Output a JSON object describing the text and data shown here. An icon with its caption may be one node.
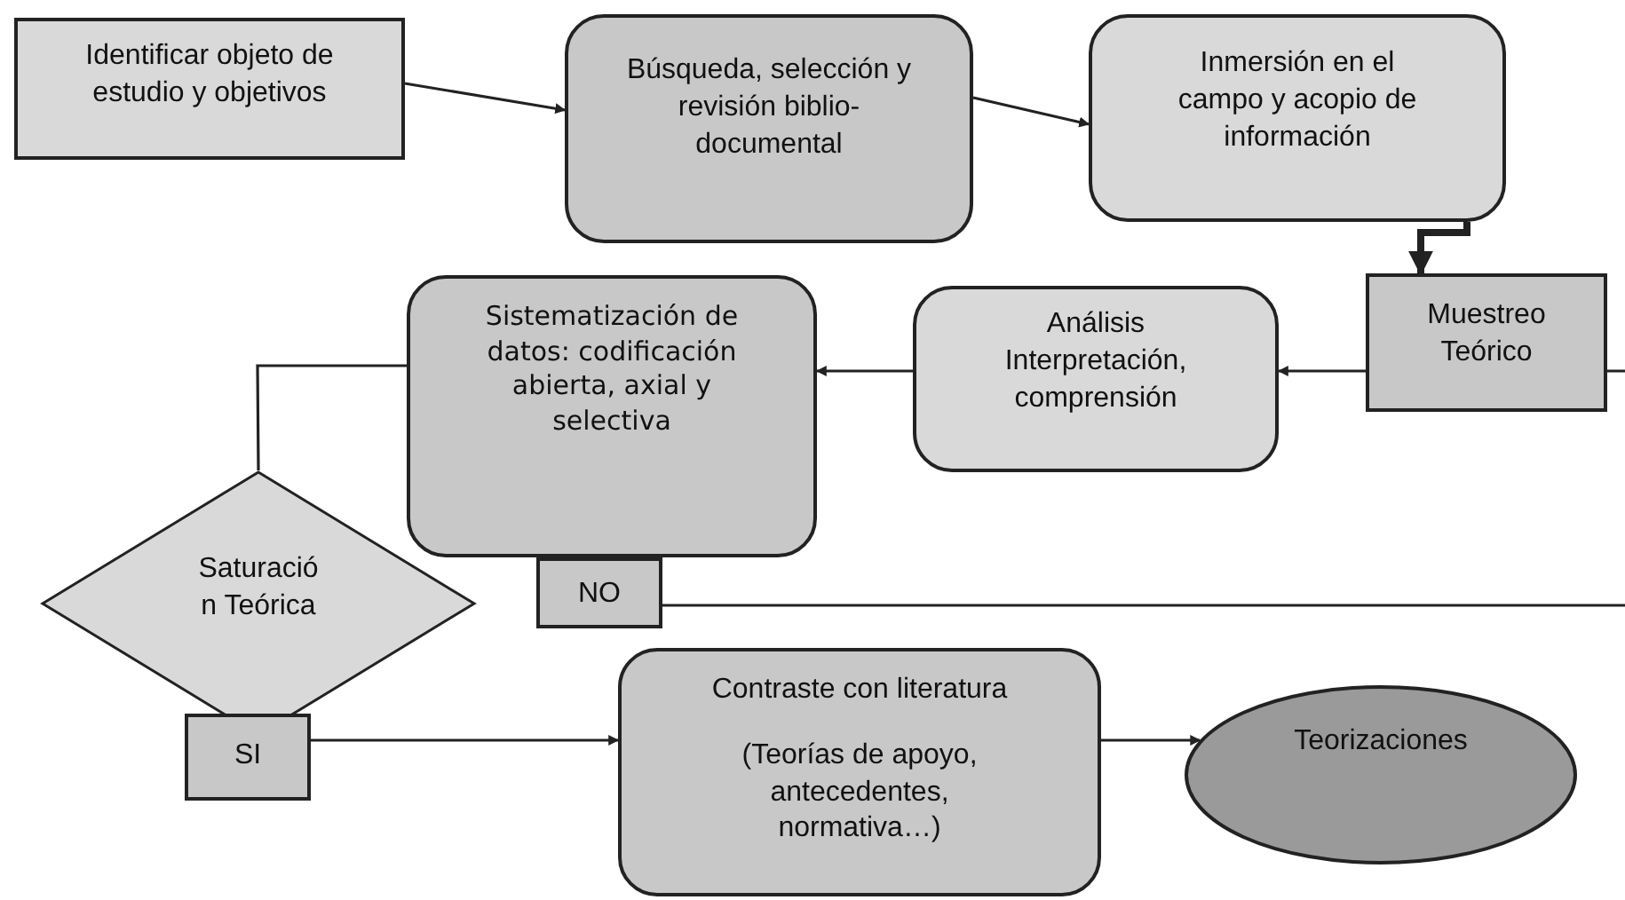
{
  "diagram": {
    "nodes": [
      {
        "text": [
          "Identificar objeto de estudio y objetivos"
        ]
      },
      {
        "text": [
          "Búsqueda, selección y revisión biblio-documental"
        ]
      },
      {
        "text": [
          "Inmersión en el campo y acopio de información"
        ]
      },
      {
        "text": [
          "Muestreo Teórico"
        ]
      },
      {
        "text": [
          "Análisis Interpretación, comprensión"
        ]
      },
      {
        "text": [
          "Sistematización de datos: codificación abierta, axial y selectiva"
        ]
      },
      {
        "text": [
          "Saturació n Teórica"
        ]
      },
      {
        "text": [
          "NO"
        ]
      },
      {
        "text": [
          "SI"
        ]
      },
      {
        "text": [
          "Contraste con literatura",
          "(Teorías de apoyo, antecedentes, normativa…)"
        ]
      },
      {
        "text": [
          "Teorizaciones"
        ]
      }
    ],
    "edges": [
      {
        "from": 0,
        "to": 1,
        "arrow": "to"
      },
      {
        "from": 1,
        "to": 2,
        "arrow": "to"
      },
      {
        "from": 2,
        "to": 3,
        "arrow": "to",
        "style": "thick"
      },
      {
        "from": 3,
        "to": 4,
        "arrow": "to"
      },
      {
        "from": 4,
        "to": 5,
        "arrow": "to"
      },
      {
        "from": 5,
        "to": 6,
        "arrow": "none"
      },
      {
        "from": 7,
        "to": 3,
        "arrow": "none"
      },
      {
        "from": 8,
        "to": 9,
        "arrow": "to"
      },
      {
        "from": 9,
        "to": 10,
        "arrow": "to"
      }
    ]
  }
}
